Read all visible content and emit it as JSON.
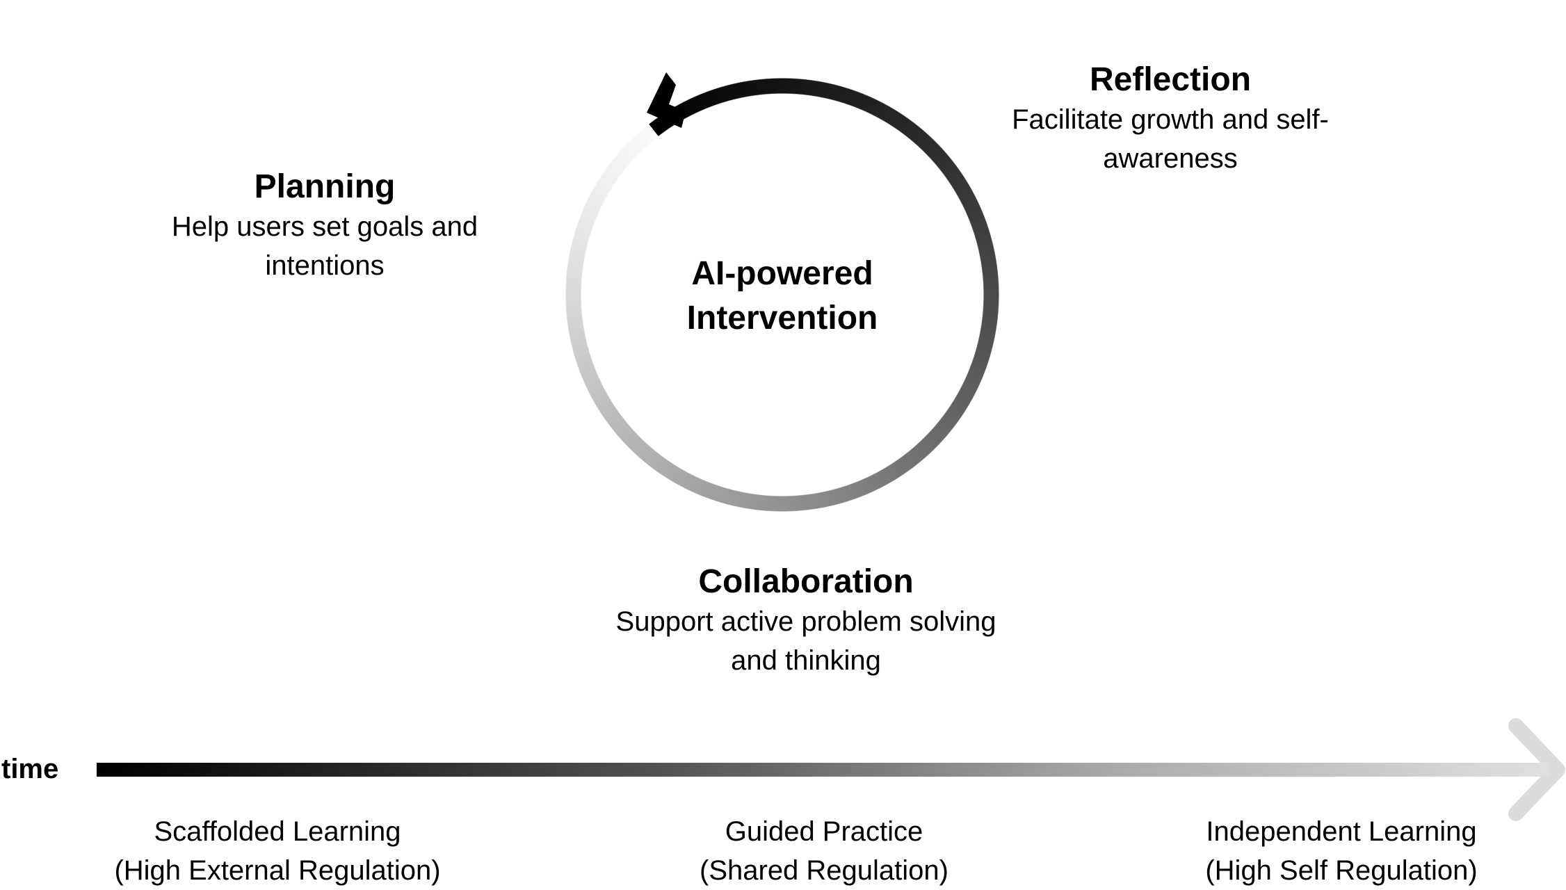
{
  "cycle": {
    "center": {
      "line1": "AI-powered",
      "line2": "Intervention"
    },
    "reflection": {
      "title": "Reflection",
      "line1": "Facilitate growth and self-",
      "line2": "awareness"
    },
    "planning": {
      "title": "Planning",
      "line1": "Help users set goals and",
      "line2": "intentions"
    },
    "collaboration": {
      "title": "Collaboration",
      "line1": "Support active problem solving",
      "line2": "and thinking"
    }
  },
  "timeline": {
    "axis_label": "time",
    "stages": [
      {
        "name": "Scaffolded Learning",
        "sub": "(High External Regulation)"
      },
      {
        "name": "Guided Practice",
        "sub": "(Shared Regulation)"
      },
      {
        "name": "Independent Learning",
        "sub": "(High Self Regulation)"
      }
    ]
  }
}
